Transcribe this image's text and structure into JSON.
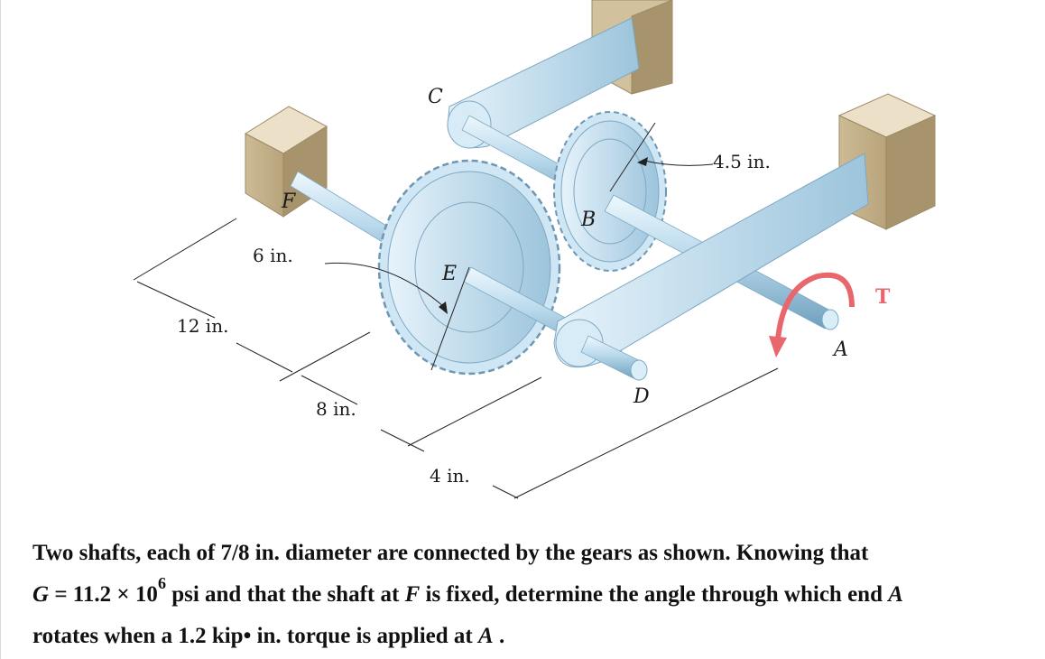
{
  "labels": {
    "C": "C",
    "F": "F",
    "B": "B",
    "E": "E",
    "D": "D",
    "A": "A",
    "T": "T"
  },
  "dimensions": {
    "gear_b_radius": "4.5 in.",
    "gear_e_radius": "6 in.",
    "length_12": "12 in.",
    "length_8": "8 in.",
    "length_4": "4 in."
  },
  "problem": {
    "line1": "Two shafts, each of 7/8 in. diameter are connected by the gears as shown. Knowing that",
    "g_symbol": "G",
    "g_value": " = 11.2 × 10",
    "g_exponent": "6",
    "line2_rest_a": " psi and that the shaft at ",
    "f_symbol": "F",
    "line2_rest_b": " is fixed, determine the angle through which end ",
    "a_symbol": "A",
    "line3_a": "rotates when a 1.2 kip• in. torque is applied at ",
    "a_symbol_2": "A",
    "line3_b": " ."
  },
  "colors": {
    "steel": "#c9e3f2",
    "steel_dark": "#8fb9d3",
    "support": "#d6c7a5",
    "torque_arrow": "#e8676c"
  }
}
